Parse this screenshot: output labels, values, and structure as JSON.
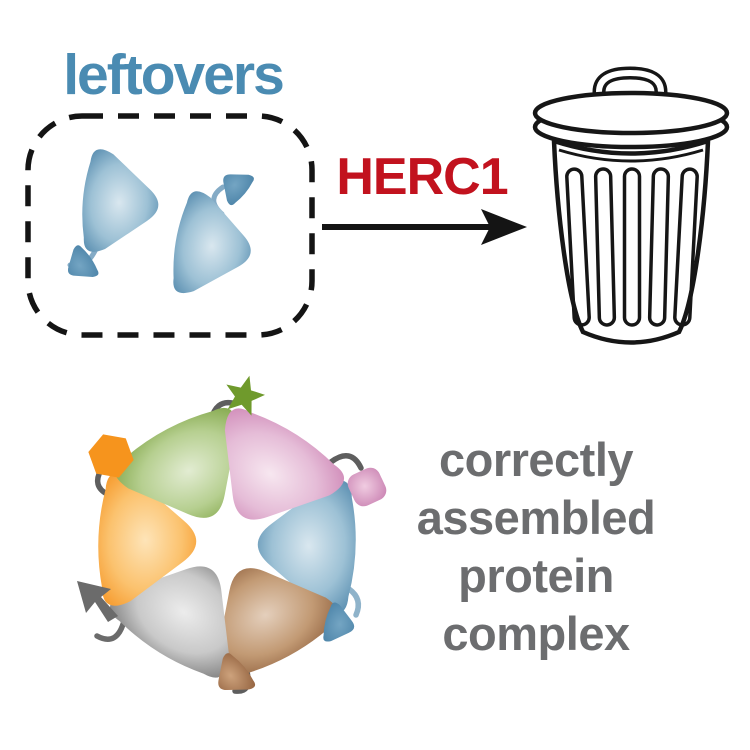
{
  "figure": {
    "leftovers_group": {
      "label": "leftovers",
      "label_color": "#4a8bb2",
      "box_style": "black dashed rounded rectangle",
      "subunit_count": 2,
      "subunit_color": "#4e86ab"
    },
    "degradation": {
      "enzyme_label": "HERC1",
      "enzyme_color": "#c2121e",
      "arrow_icon": "right-arrow-icon",
      "arrow_color": "#141414",
      "bin_icon": "trash-can-icon",
      "bin_style": "black outline on white"
    },
    "complex_group": {
      "caption": "correctly\nassembled\nprotein\ncomplex",
      "caption_color": "#6c6d6f",
      "subunits": [
        {
          "name": "green",
          "color": "#7ba140",
          "attachment": "star",
          "attachment_color": "#6f9a2c"
        },
        {
          "name": "pink",
          "color": "#cd84b4",
          "attachment": "rounded-square",
          "attachment_color": "#ca7fb0"
        },
        {
          "name": "blue",
          "color": "#4c84a9",
          "attachment": "small-triangle",
          "attachment_color": "#4a82a7"
        },
        {
          "name": "brown",
          "color": "#885836",
          "attachment": "blob",
          "attachment_color": "#8f5e3b"
        },
        {
          "name": "gray",
          "color": "#747474",
          "attachment": "arrow",
          "attachment_color": "#6b6b6b"
        },
        {
          "name": "orange",
          "color": "#f5911d",
          "attachment": "hexagon",
          "attachment_color": "#f6941d"
        }
      ],
      "connector_color": "#5e5e5e"
    }
  }
}
